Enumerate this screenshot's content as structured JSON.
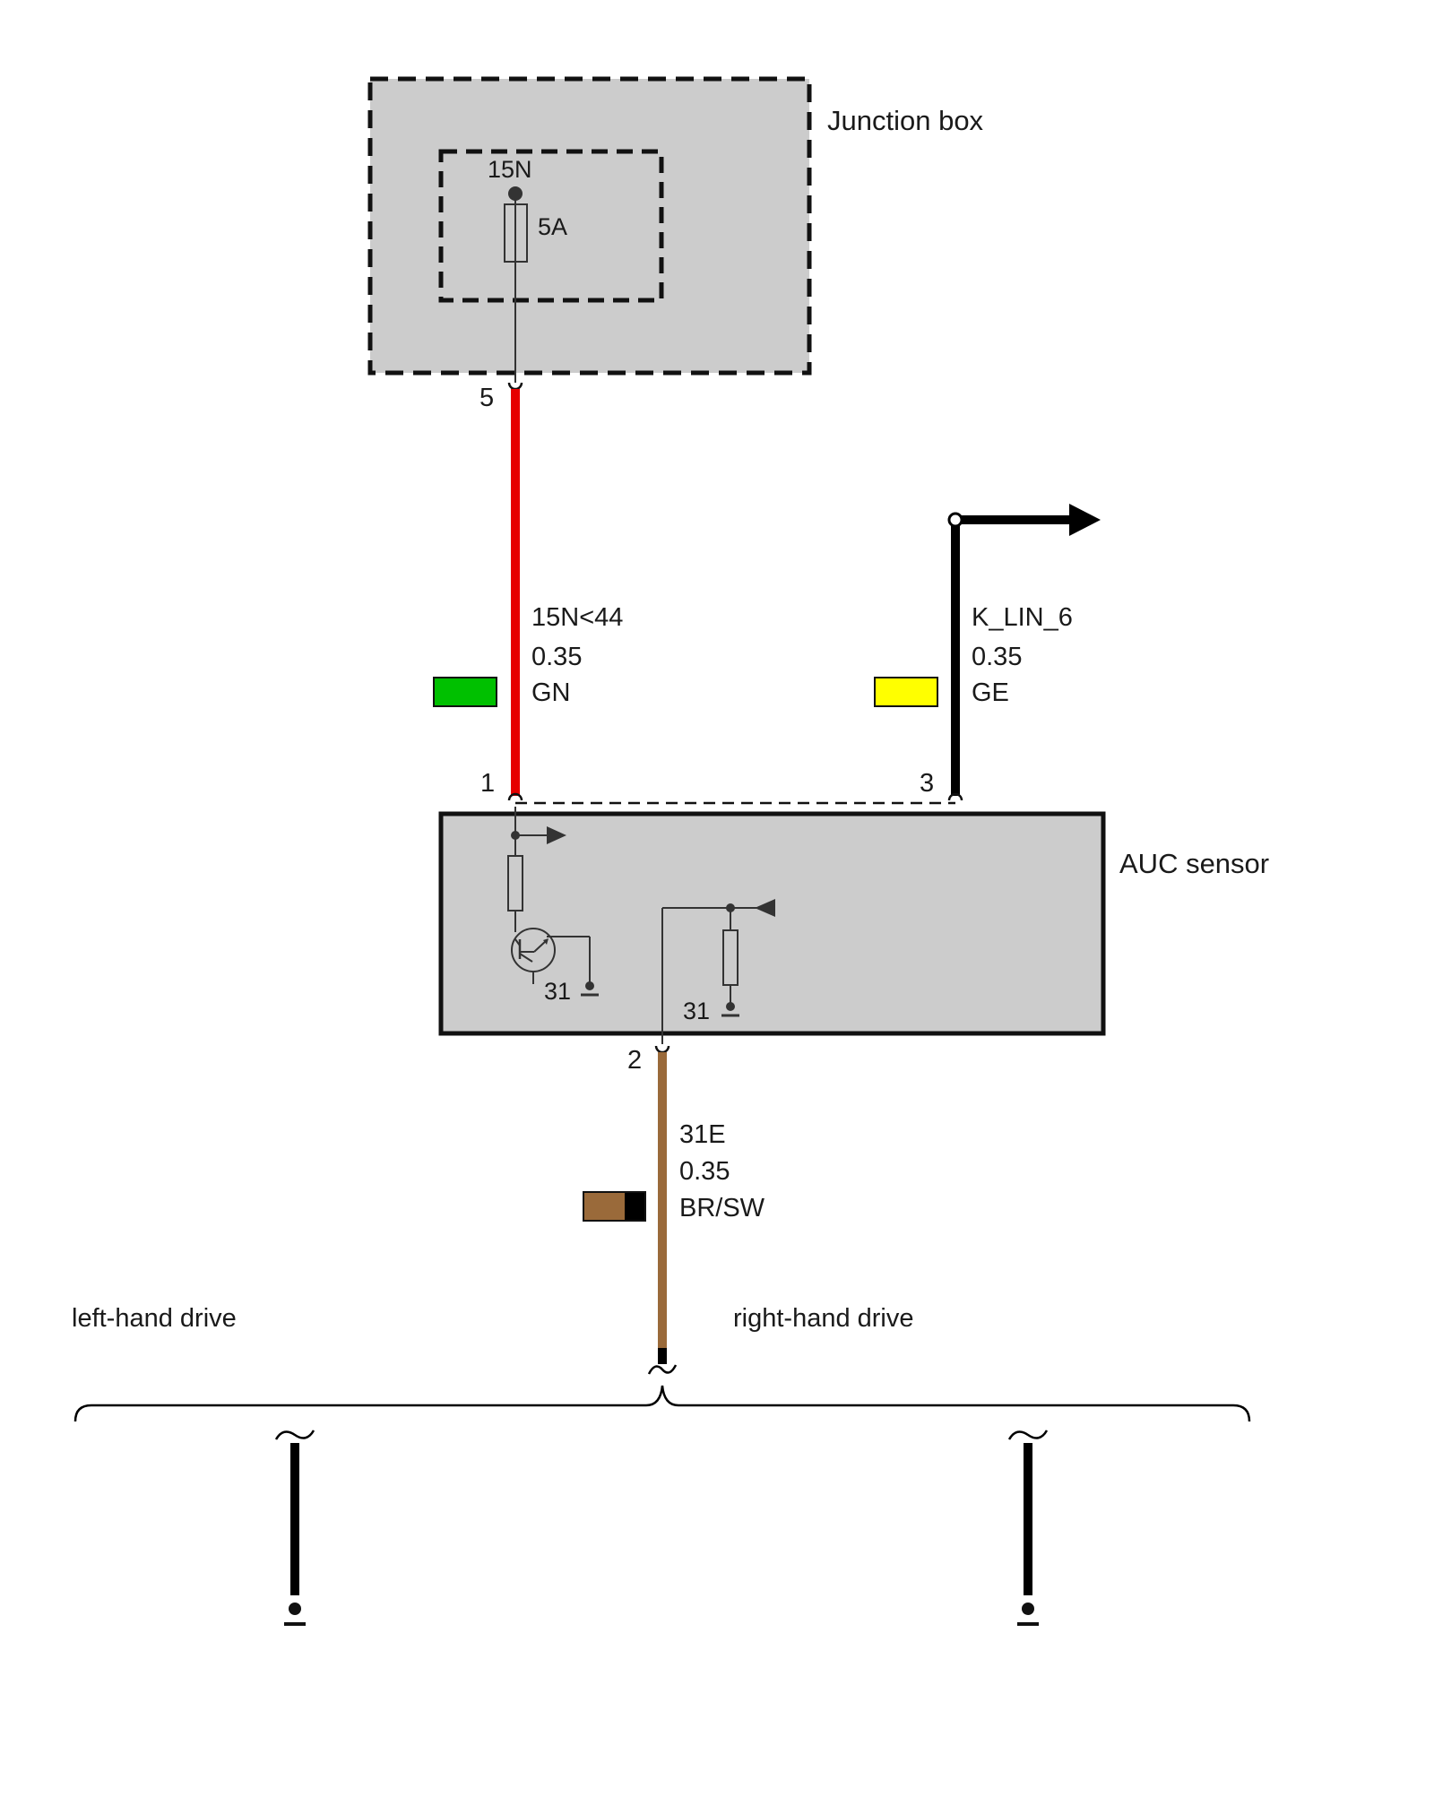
{
  "junction_box": {
    "title": "Junction box",
    "fuse_terminal": "15N",
    "fuse_rating": "5A",
    "pin": "5"
  },
  "wires": [
    {
      "id": "power",
      "signal": "15N<44",
      "size": "0.35",
      "color_code": "GN",
      "swatch": [
        "#00c000"
      ],
      "wire_color": "#e60000"
    },
    {
      "id": "lin",
      "signal": "K_LIN_6",
      "size": "0.35",
      "color_code": "GE",
      "swatch": [
        "#ffff00"
      ],
      "wire_color": "#000000"
    },
    {
      "id": "ground",
      "signal": "31E",
      "size": "0.35",
      "color_code": "BR/SW",
      "swatch": [
        "#9a6a3a",
        "#000000"
      ],
      "wire_color": "#9a6a3a"
    }
  ],
  "sensor": {
    "title": "AUC sensor",
    "pins": {
      "power": "1",
      "ground": "2",
      "lin": "3"
    },
    "internal_ground_left": "31",
    "internal_ground_right": "31"
  },
  "branches": {
    "left": "left-hand drive",
    "right": "right-hand drive"
  },
  "colors": {
    "module_fill": "#cccccc",
    "outline": "#111111"
  }
}
